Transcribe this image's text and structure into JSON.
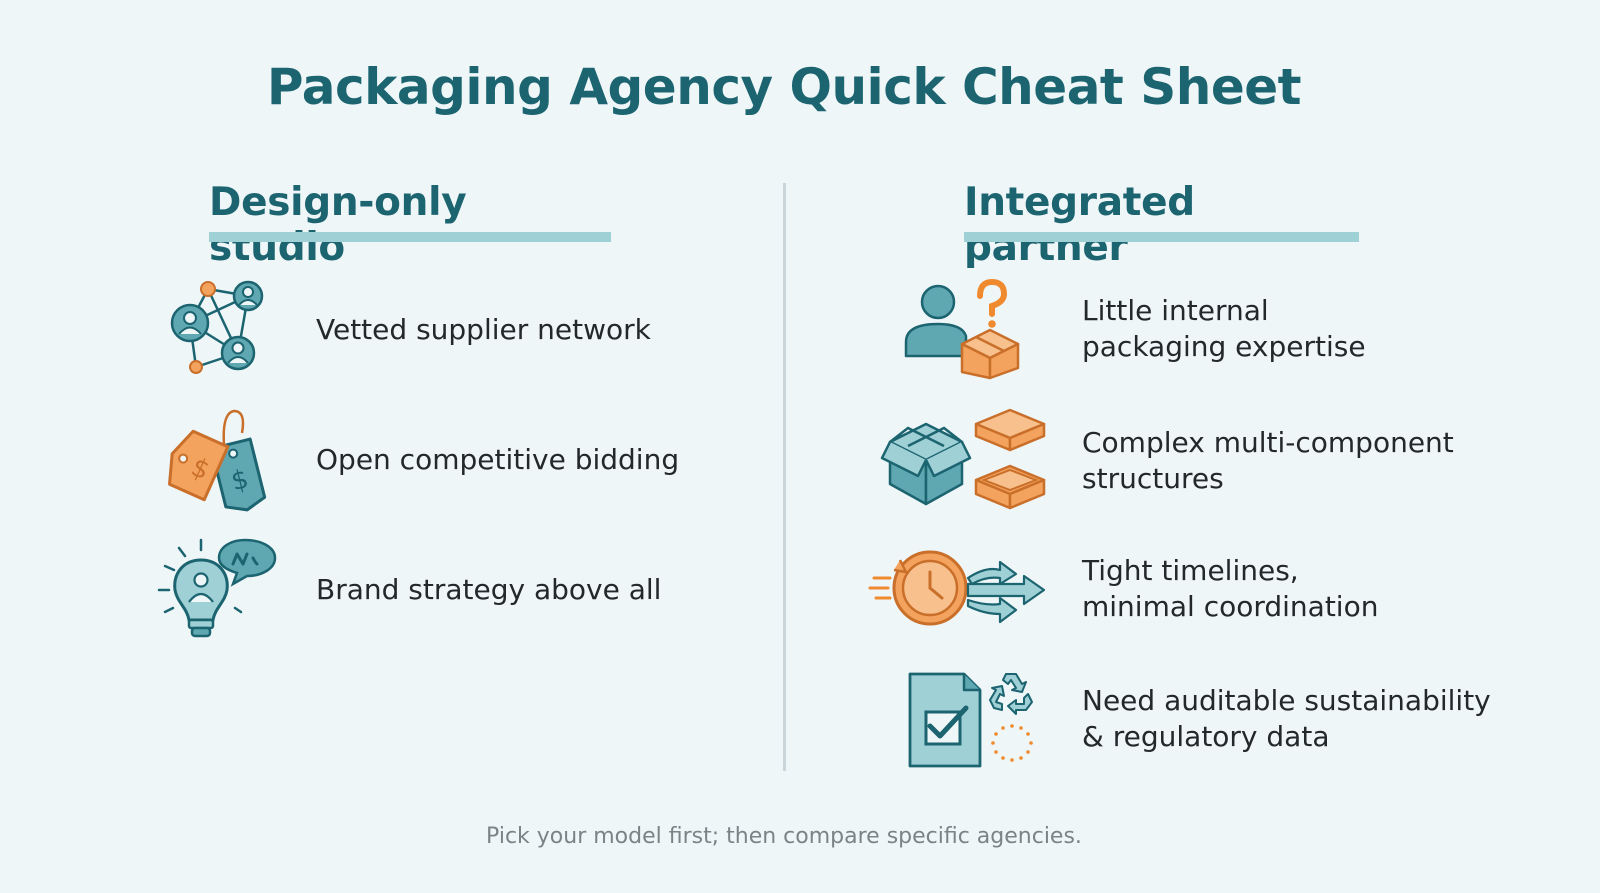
{
  "title": "Packaging Agency Quick Cheat Sheet",
  "left_column": {
    "heading": "Design-only studio",
    "items": [
      {
        "icon": "network-icon",
        "label": "Vetted supplier network"
      },
      {
        "icon": "price-tags-icon",
        "label": "Open competitive bidding"
      },
      {
        "icon": "lightbulb-idea-icon",
        "label": "Brand strategy above all"
      }
    ]
  },
  "right_column": {
    "heading": "Integrated partner",
    "items": [
      {
        "icon": "person-question-box-icon",
        "line1": "Little internal",
        "line2": "packaging expertise"
      },
      {
        "icon": "boxes-icon",
        "line1": "Complex multi-component",
        "line2": "structures"
      },
      {
        "icon": "fast-clock-icon",
        "line1": "Tight timelines,",
        "line2": "minimal coordination"
      },
      {
        "icon": "compliance-document-icon",
        "line1": "Need auditable sustainability",
        "line2": "& regulatory data"
      }
    ]
  },
  "footer": "Pick your model first; then compare specific agencies.",
  "colors": {
    "teal_dark": "#1b6470",
    "teal_fill": "#5fa7b1",
    "teal_light": "#9fd0d6",
    "orange": "#f3a35e",
    "background": "#eef6f8"
  }
}
